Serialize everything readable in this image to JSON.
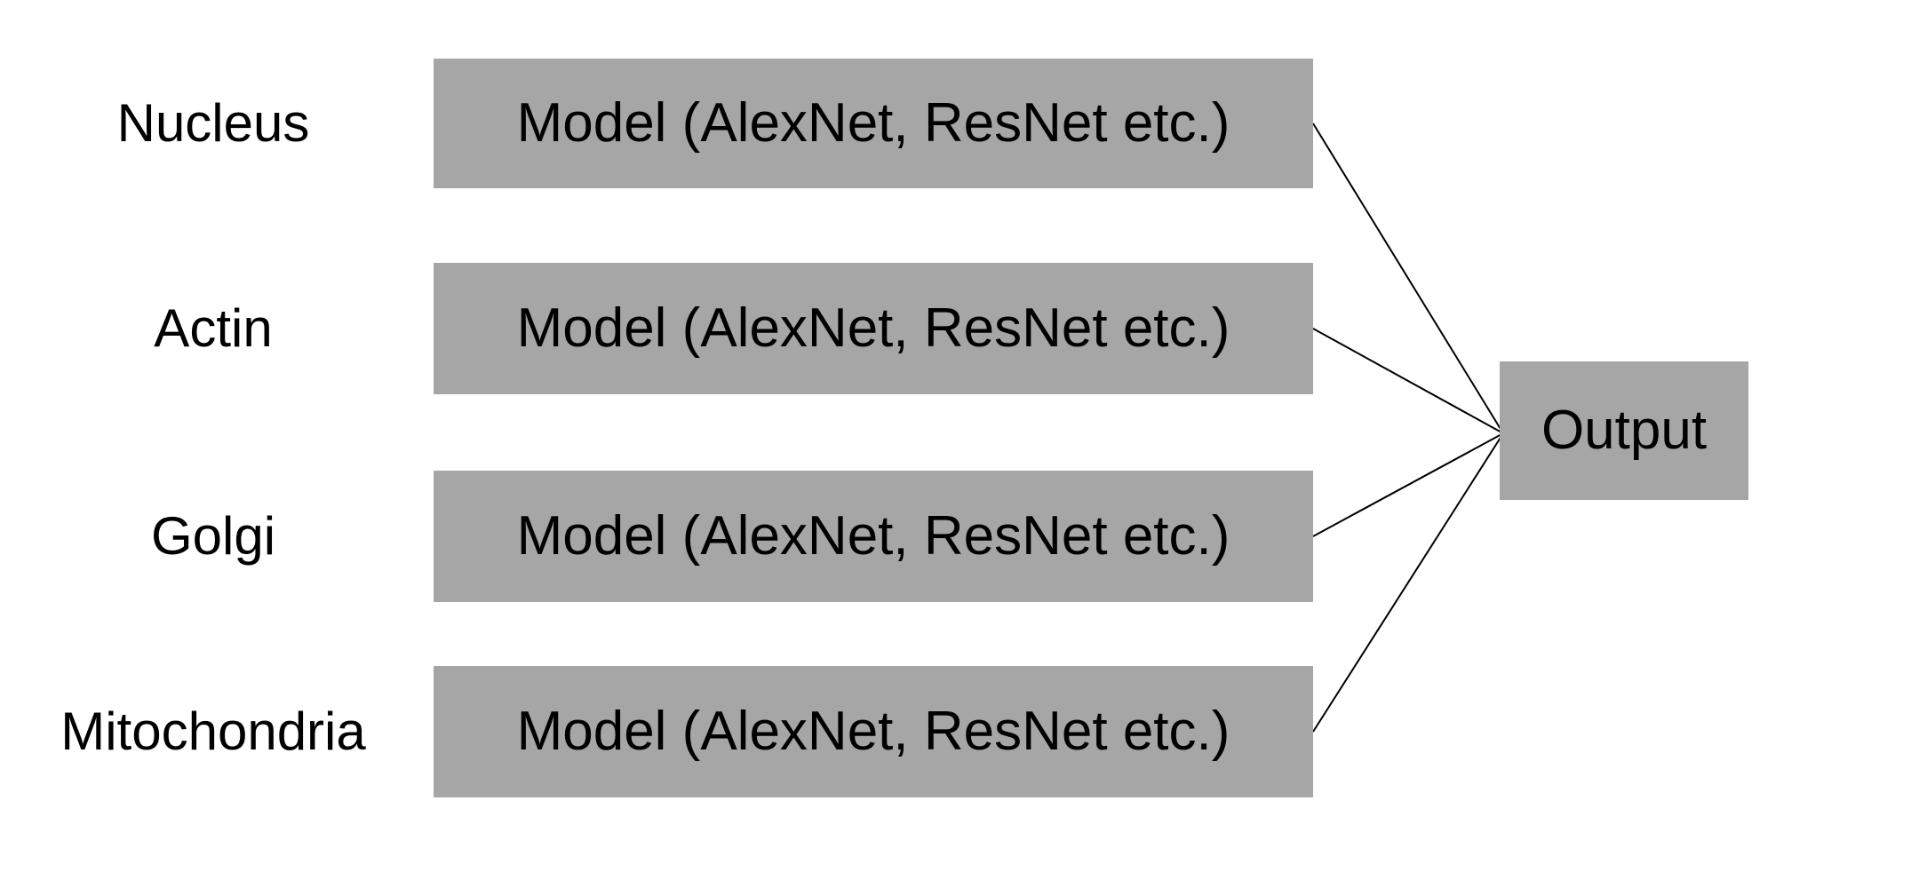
{
  "colors": {
    "background": "#ffffff",
    "box-fill": "#a6a6a6",
    "line": "#000000",
    "text": "#000000"
  },
  "diagram": {
    "rows": [
      {
        "label": "Nucleus",
        "model_label": "Model (AlexNet, ResNet etc.)"
      },
      {
        "label": "Actin",
        "model_label": "Model (AlexNet, ResNet etc.)"
      },
      {
        "label": "Golgi",
        "model_label": "Model (AlexNet, ResNet etc.)"
      },
      {
        "label": "Mitochondria",
        "model_label": "Model (AlexNet, ResNet etc.)"
      }
    ],
    "output_label": "Output"
  }
}
